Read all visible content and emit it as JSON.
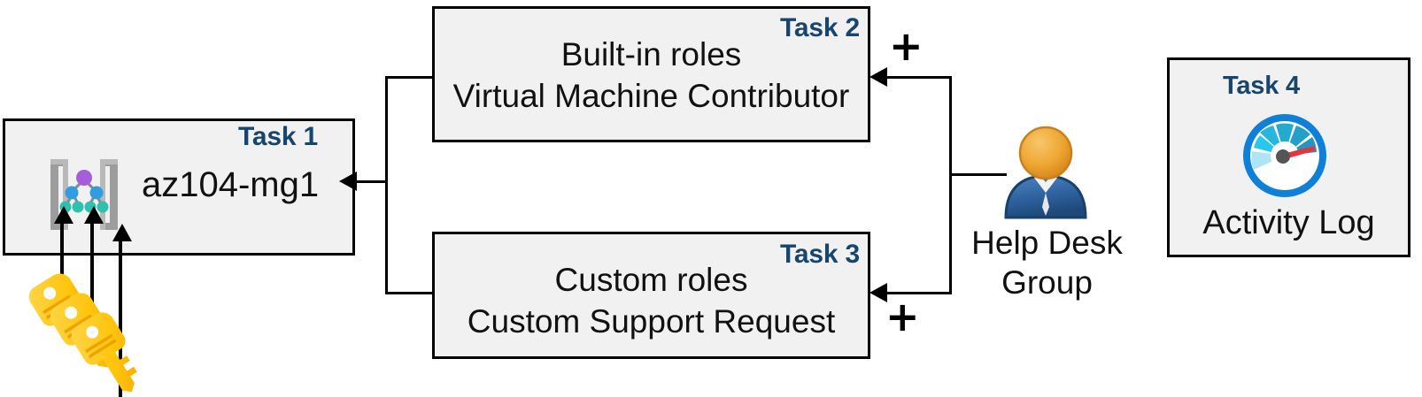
{
  "diagram": {
    "title": "Azure RBAC task diagram",
    "accent_color": "#17456e",
    "box_fill": "#f1f1f1",
    "box_border": "#000000"
  },
  "boxes": [
    {
      "id": "task1",
      "task_label": "Task 1",
      "text": "az104-mg1",
      "icon": "management-group-icon"
    },
    {
      "id": "task2",
      "task_label": "Task 2",
      "line1": "Built-in roles",
      "line2": "Virtual Machine Contributor"
    },
    {
      "id": "task3",
      "task_label": "Task 3",
      "line1": "Custom roles",
      "line2": "Custom Support Request"
    },
    {
      "id": "task4",
      "task_label": "Task 4",
      "text": "Activity Log",
      "icon": "activity-log-gauge-icon"
    }
  ],
  "actor": {
    "caption_line1": "Help Desk",
    "caption_line2": "Group",
    "icon": "user-group-icon"
  },
  "keys": {
    "icon": "keys-icon",
    "count": 3
  },
  "operators": {
    "plus_top": "+",
    "plus_bottom": "+"
  },
  "colors": {
    "task_label": "#17456e",
    "person_head": "#eea236",
    "person_body": "#2a5f96",
    "key_gold": "#ffc30b",
    "gauge_ring": "#0f80d8",
    "gauge_needle": "#e8343c",
    "mg_bracket": "#9d9d9d",
    "mg_root_node": "#a45fd8",
    "mg_mid_node": "#2f9de0",
    "mg_leaf_node": "#2fc0b0"
  }
}
